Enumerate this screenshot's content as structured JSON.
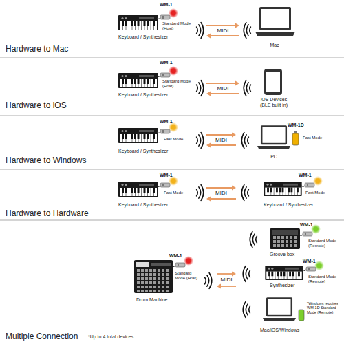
{
  "diagram": {
    "nodes": [
      {
        "text": [
          "WM-1",
          "Standard Mode (Host)",
          "Keyboard / Synthesizer"
        ]
      },
      {
        "text": [
          "Mac"
        ]
      },
      {
        "text": [
          "WM-1",
          "Standard Mode (Host)",
          "Keyboard / Synthesizer"
        ]
      },
      {
        "text": [
          "iOS Devices (BLE built in)"
        ]
      },
      {
        "text": [
          "WM-1",
          "Fast Mode",
          "Keyboard / Synthesizer"
        ]
      },
      {
        "text": [
          "WM-1D",
          "Fast Mode",
          "PC"
        ]
      },
      {
        "text": [
          "WM-1",
          "Fast Mode",
          "Keyboard / Synthesizer"
        ]
      },
      {
        "text": [
          "WM-1",
          "Fast Mode",
          "Keyboard / Synthesizer"
        ]
      },
      {
        "text": [
          "WM-1",
          "Standard Mode (Remote)",
          "Groove box"
        ]
      },
      {
        "text": [
          "WM-1",
          "Standard Mode (Remote)",
          "Synthesizer"
        ]
      },
      {
        "text": [
          "WM-1",
          "Standard Mode (Host)",
          "Drum Machine"
        ]
      },
      {
        "text": [
          "*Windows requires WM-1D Standard Mode (Remote)",
          "Mac/iOS/Windows"
        ]
      }
    ],
    "edges": [
      {
        "from": 0,
        "to": 1,
        "label": "MIDI",
        "arrow": "both"
      },
      {
        "from": 2,
        "to": 3,
        "label": "MIDI",
        "arrow": "both"
      },
      {
        "from": 4,
        "to": 5,
        "label": "MIDI",
        "arrow": "both"
      },
      {
        "from": 6,
        "to": 7,
        "label": "MIDI",
        "arrow": "both"
      },
      {
        "from": 10,
        "to": 9,
        "label": "MIDI",
        "arrow": "both"
      }
    ],
    "labels": [
      "Hardware to Mac",
      "Hardware to iOS",
      "Hardware to Windows",
      "Hardware to Hardware",
      "Multiple Connection",
      "*Up to 4 total devices"
    ]
  }
}
